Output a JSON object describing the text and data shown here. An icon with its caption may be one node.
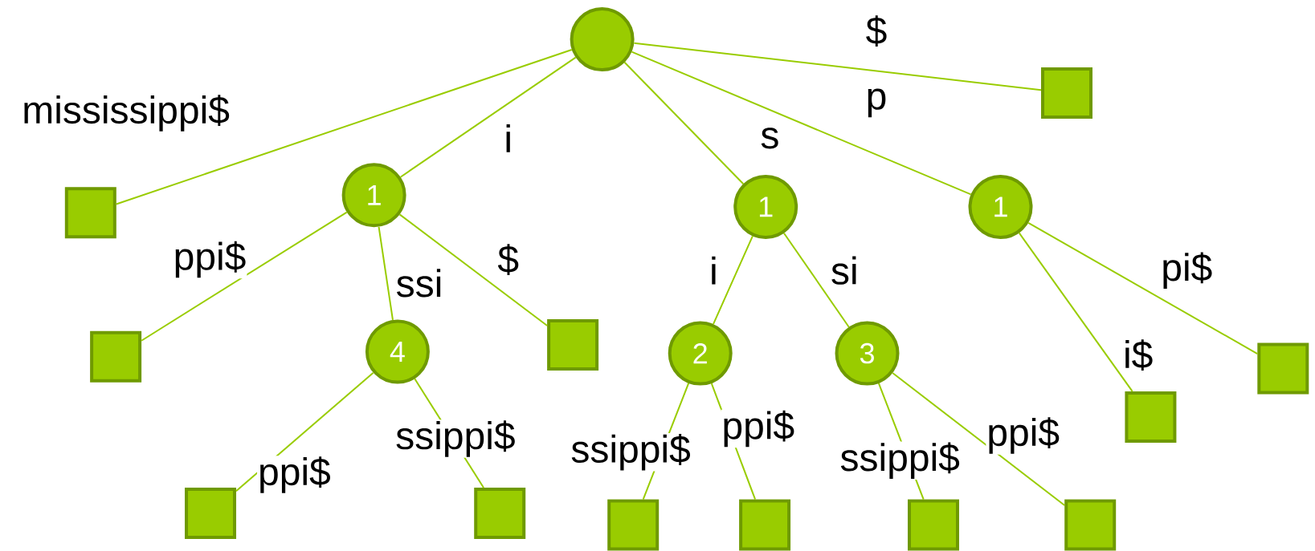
{
  "diagram": {
    "nodes": [
      {
        "text": [],
        "shape": "circle"
      },
      {
        "text": [],
        "shape": "box"
      },
      {
        "text": [],
        "shape": "box"
      },
      {
        "text": [
          "1"
        ]
      },
      {
        "text": [
          "1"
        ]
      },
      {
        "text": [
          "1"
        ]
      },
      {
        "text": [],
        "shape": "box"
      },
      {
        "text": [
          "4"
        ]
      },
      {
        "text": [],
        "shape": "box"
      },
      {
        "text": [
          "2"
        ]
      },
      {
        "text": [
          "3"
        ]
      },
      {
        "text": [],
        "shape": "box"
      },
      {
        "text": [],
        "shape": "box"
      },
      {
        "text": [],
        "shape": "box"
      },
      {
        "text": [],
        "shape": "box"
      },
      {
        "text": [],
        "shape": "box"
      },
      {
        "text": [],
        "shape": "box"
      },
      {
        "text": [],
        "shape": "box"
      },
      {
        "text": [],
        "shape": "box"
      }
    ],
    "edges": [
      {
        "from": 0,
        "to": 2,
        "arrow": "none",
        "label": "mississippi$"
      },
      {
        "from": 0,
        "to": 3,
        "arrow": "none",
        "label": "i"
      },
      {
        "from": 0,
        "to": 4,
        "arrow": "none",
        "label": "s"
      },
      {
        "from": 0,
        "to": 5,
        "arrow": "none",
        "label": "p"
      },
      {
        "from": 0,
        "to": 1,
        "arrow": "none",
        "label": "$"
      },
      {
        "from": 3,
        "to": 6,
        "arrow": "none",
        "label": "ppi$"
      },
      {
        "from": 3,
        "to": 7,
        "arrow": "none",
        "label": "ssi"
      },
      {
        "from": 3,
        "to": 8,
        "arrow": "none",
        "label": "$"
      },
      {
        "from": 4,
        "to": 9,
        "arrow": "none",
        "label": "i"
      },
      {
        "from": 4,
        "to": 10,
        "arrow": "none",
        "label": "si"
      },
      {
        "from": 5,
        "to": 11,
        "arrow": "none",
        "label": "i$"
      },
      {
        "from": 5,
        "to": 12,
        "arrow": "none",
        "label": "pi$"
      },
      {
        "from": 7,
        "to": 13,
        "arrow": "none",
        "label": "ppi$"
      },
      {
        "from": 7,
        "to": 14,
        "arrow": "none",
        "label": "ssippi$"
      },
      {
        "from": 9,
        "to": 15,
        "arrow": "none",
        "label": "ssippi$"
      },
      {
        "from": 9,
        "to": 16,
        "arrow": "none",
        "label": "ppi$"
      },
      {
        "from": 10,
        "to": 17,
        "arrow": "none",
        "label": "ssippi$"
      },
      {
        "from": 10,
        "to": 18,
        "arrow": "none",
        "label": "ppi$"
      }
    ]
  }
}
